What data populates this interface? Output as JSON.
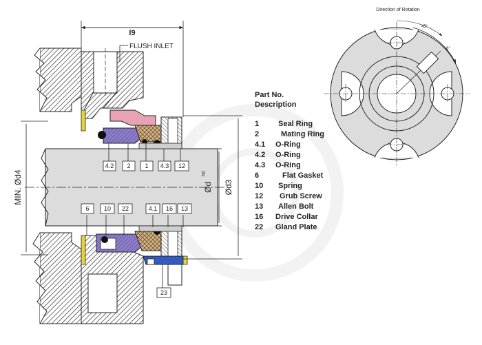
{
  "diagram": {
    "dimensions": {
      "l9": "l9",
      "d4": "MIN. Ød4",
      "d": "Ød",
      "d_sup": "h6",
      "d3": "Ød3"
    },
    "flush_inlet": "FLUSH INLET",
    "rotation_label": "Direction of Rotation",
    "angle_1": "45°",
    "angle_2": "6°",
    "callouts_top": [
      "4.2",
      "2",
      "1",
      "4.3",
      "12"
    ],
    "callouts_bottom": [
      "6",
      "10",
      "22",
      "4.1",
      "16",
      "13"
    ],
    "callout_extra": "23",
    "colors": {
      "hatch": "#333333",
      "pink": "#e7a3b3",
      "purple": "#8e7ec9",
      "tan": "#d9b98a",
      "blue": "#3a60c8",
      "yellow": "#e6d23a",
      "shaft": "#dcdcdc"
    }
  },
  "legend": {
    "header_1": "Part No.",
    "header_2": "Description",
    "parts": [
      {
        "no": "1",
        "desc": "Seal Ring"
      },
      {
        "no": "2",
        "desc": "Mating Ring"
      },
      {
        "no": "4.1",
        "desc": "O-Ring"
      },
      {
        "no": "4.2",
        "desc": "O-Ring"
      },
      {
        "no": "4.3",
        "desc": "O-Ring"
      },
      {
        "no": "6",
        "desc": "Flat Gasket"
      },
      {
        "no": "10",
        "desc": "Spring"
      },
      {
        "no": "12",
        "desc": "Grub Screw"
      },
      {
        "no": "13",
        "desc": "Allen Bolt"
      },
      {
        "no": "16",
        "desc": "Drive Collar"
      },
      {
        "no": "22",
        "desc": "Gland Plate"
      }
    ]
  }
}
